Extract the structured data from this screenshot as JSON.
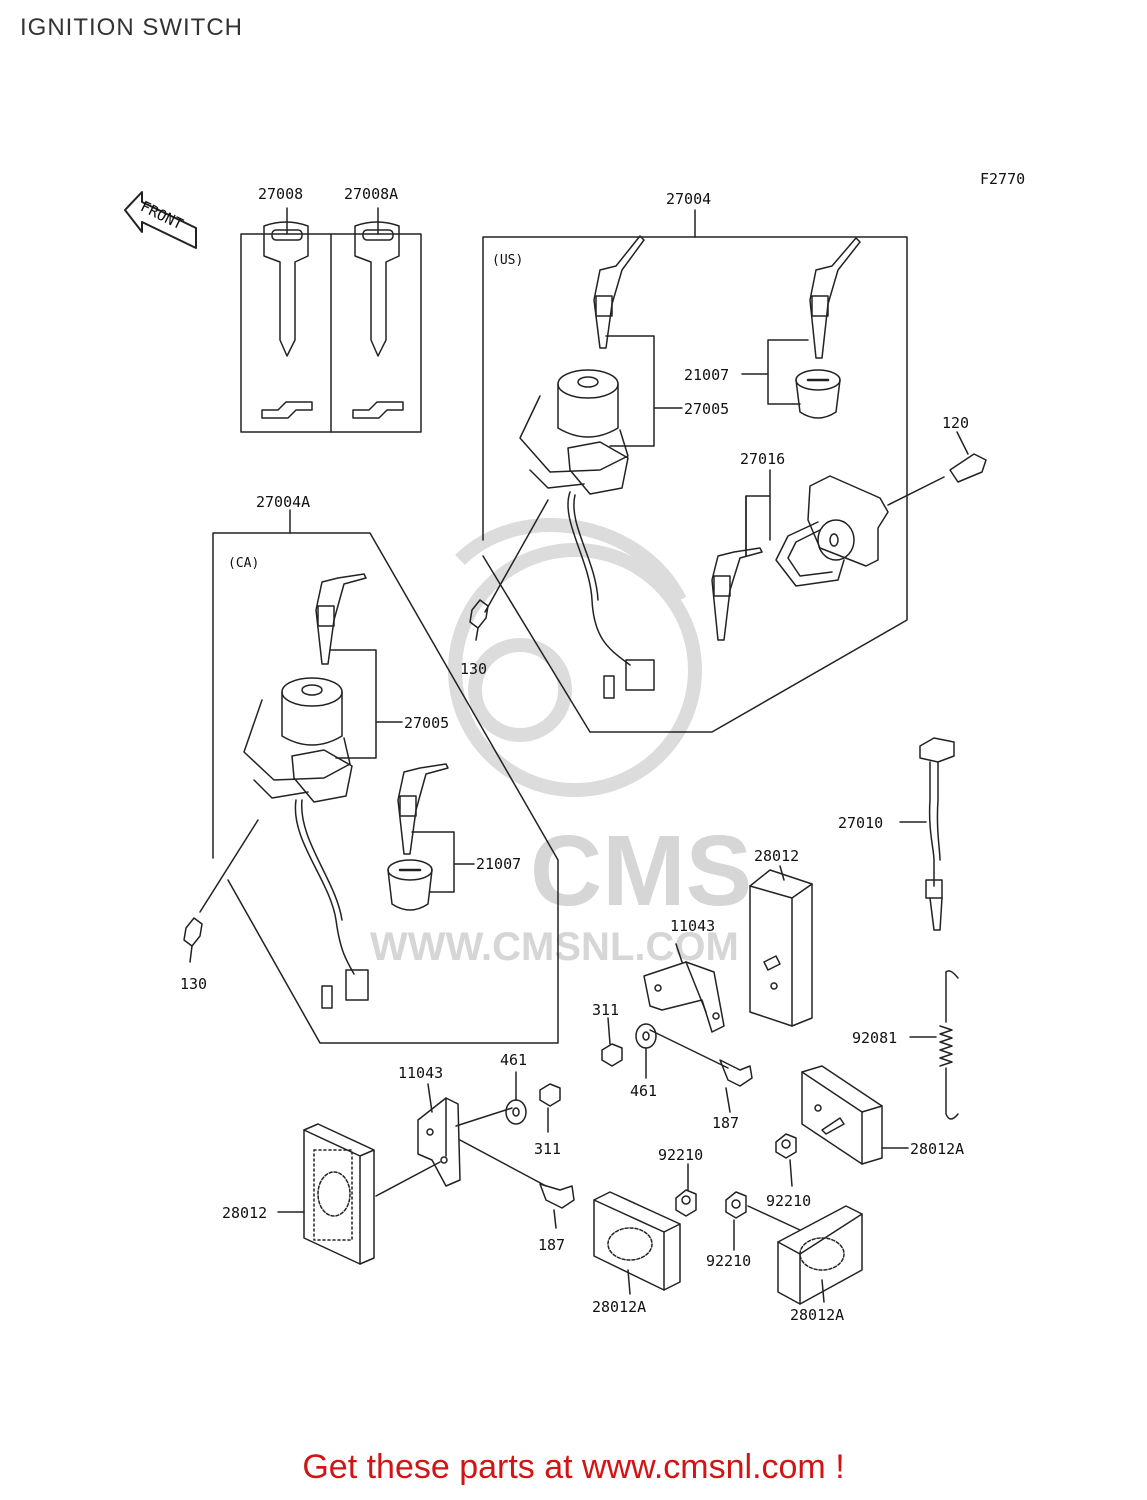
{
  "page": {
    "title": "IGNITION SWITCH",
    "cta_text": "Get these parts at www.cmsnl.com !"
  },
  "diagram": {
    "figure_code": "F2770",
    "front_label": "FRONT",
    "regions": {
      "us": "(US)",
      "ca": "(CA)"
    },
    "watermark": {
      "brand": "CMS",
      "url": "WWW.CMSNL.COM"
    },
    "labels": {
      "key_a": "27008",
      "key_b": "27008A",
      "assy_us": "27004",
      "assy_ca": "27004A",
      "cap_us": "21007",
      "cap_ca": "21007",
      "switch_us": "27005",
      "switch_ca": "27005",
      "lock_us": "27016",
      "bolt_120": "120",
      "screw_us": "130",
      "screw_ca": "130",
      "lead": "27010",
      "pad_upper": "28012",
      "pad_left": "28012",
      "pad_mid_right": "28012A",
      "pad_bottom_center": "28012A",
      "pad_bottom_right": "28012A",
      "bracket_right": "11043",
      "bracket_left": "11043",
      "spring": "92081",
      "nut_311_right": "311",
      "nut_311_left": "311",
      "washer_461_right": "461",
      "washer_461_left": "461",
      "bolt_187_right": "187",
      "bolt_187_left": "187",
      "collar_a": "92210",
      "collar_b": "92210",
      "collar_c": "92210"
    }
  },
  "colors": {
    "line": "#222222",
    "watermark": "#d6d6d6",
    "cta": "#d21414",
    "title": "#333333"
  }
}
